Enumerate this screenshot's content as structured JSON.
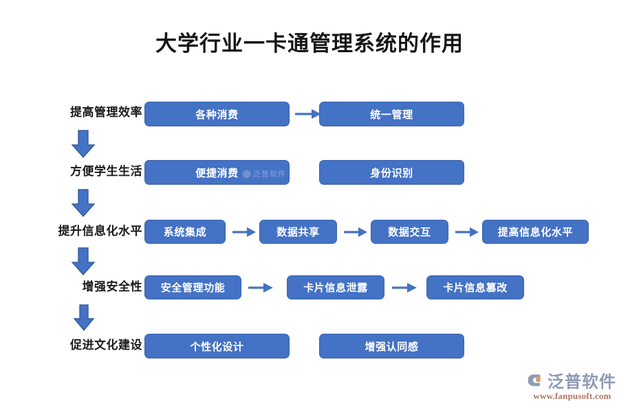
{
  "title": "大学行业一卡通管理系统的作用",
  "colors": {
    "box_fill": "#4472C4",
    "box_border": "#3A62AD",
    "box_text": "#FFFFFF",
    "label_text": "#1A1A1A",
    "arrow": "#4472C4",
    "background": "#FFFFFF",
    "brand_blue": "#8D9BB5",
    "brand_orange": "#C98A63"
  },
  "rows": [
    {
      "label": "提高管理效率",
      "nodes": [
        "各种消费",
        "统一管理"
      ],
      "arrows": 1
    },
    {
      "label": "方便学生生活",
      "nodes": [
        "便捷消费",
        "身份识别"
      ],
      "arrows": 0
    },
    {
      "label": "提升信息化水平",
      "nodes": [
        "系统集成",
        "数据共享",
        "数据交互",
        "提高信息化水平"
      ],
      "arrows": 3
    },
    {
      "label": "增强安全性",
      "nodes": [
        "安全管理功能",
        "卡片信息泄露",
        "卡片信息篡改"
      ],
      "arrows": 2
    },
    {
      "label": "促进文化建设",
      "nodes": [
        "个性化设计",
        "增强认同感"
      ],
      "arrows": 0
    }
  ],
  "vertical_arrows": 4,
  "watermark": {
    "text": "泛普软件"
  },
  "brand": {
    "name": "泛普软件",
    "url": "www.fanpusoft.com"
  }
}
